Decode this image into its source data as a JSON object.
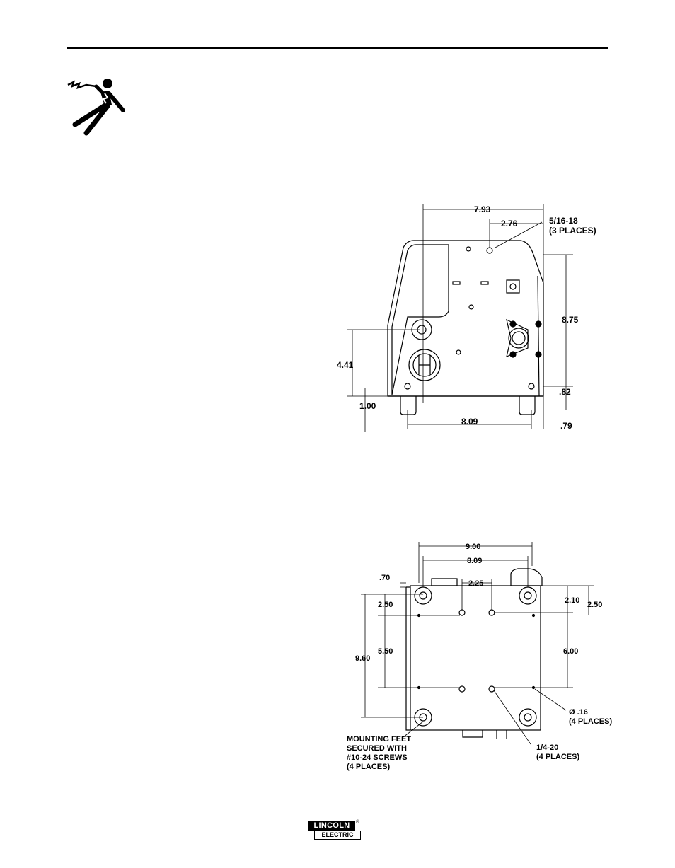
{
  "icons": {
    "hazard": "electric-shock-warning-icon"
  },
  "front_view": {
    "dims": {
      "overall_width": "7.93",
      "hole_offset": "2.76",
      "thread_spec": "5/16-18",
      "thread_places": "(3 PLACES)",
      "hole_height": "8.75",
      "connector_height": "4.41",
      "foot_height": "1.00",
      "bottom_hole_height": ".82",
      "foot_spacing": "8.09",
      "foot_inset": ".79"
    }
  },
  "bottom_view": {
    "dims": {
      "overall_width": "9.00",
      "foot_spacing": "8.09",
      "edge_offset": ".70",
      "hole_spacing_x": "2.25",
      "left_offset": "2.50",
      "overall_depth": "9.60",
      "hole_spacing_y": "5.50",
      "right_offset_small": "2.10",
      "right_offset": "2.50",
      "right_spacing": "6.00",
      "small_hole_dia": "Ø .16",
      "small_hole_places": "(4 PLACES)",
      "tap_spec": "1/4-20",
      "tap_places": "(4 PLACES)",
      "feet_note_1": "MOUNTING FEET",
      "feet_note_2": "SECURED WITH",
      "feet_note_3": "#10-24 SCREWS",
      "feet_note_4": "(4 PLACES)"
    }
  },
  "logo": {
    "top": "LINCOLN",
    "bottom": "ELECTRIC",
    "reg": "®"
  }
}
